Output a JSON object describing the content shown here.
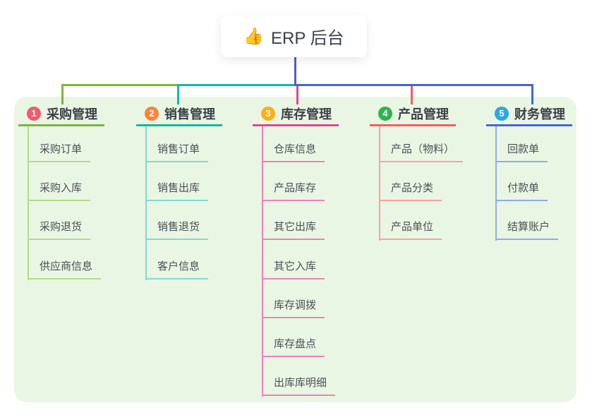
{
  "root": {
    "icon": "👍",
    "title": "ERP 后台"
  },
  "panel": {
    "background": "#e9f6e3"
  },
  "connectors": {
    "root_color": "#4c5ed8",
    "bus_segments": [
      "#7db63c",
      "#14b7ad",
      "#4466d6"
    ]
  },
  "branches": [
    {
      "badge": "1",
      "title": "采购管理",
      "line_color": "#7db63c",
      "item_line_color": "#b5d98d",
      "badge_color": "#f35b6c",
      "items": [
        "采购订单",
        "采购入库",
        "采购退货",
        "供应商信息"
      ]
    },
    {
      "badge": "2",
      "title": "销售管理",
      "line_color": "#14b7ad",
      "item_line_color": "#86d8d1",
      "badge_color": "#f8843e",
      "items": [
        "销售订单",
        "销售出库",
        "销售退货",
        "客户信息"
      ]
    },
    {
      "badge": "3",
      "title": "库存管理",
      "line_color": "#d9499d",
      "item_line_color": "#ee82ba",
      "badge_color": "#fab018",
      "items": [
        "仓库信息",
        "产品库存",
        "其它出库",
        "其它入库",
        "库存调拨",
        "库存盘点",
        "出库库明细"
      ]
    },
    {
      "badge": "4",
      "title": "产品管理",
      "line_color": "#f75c5d",
      "item_line_color": "#f9a2a2",
      "badge_color": "#2db44f",
      "items": [
        "产品（物料）",
        "产品分类",
        "产品单位"
      ]
    },
    {
      "badge": "5",
      "title": "财务管理",
      "line_color": "#4466d6",
      "item_line_color": "#92aae8",
      "badge_color": "#2ca7e2",
      "items": [
        "回款单",
        "付款单",
        "结算账户"
      ]
    }
  ]
}
